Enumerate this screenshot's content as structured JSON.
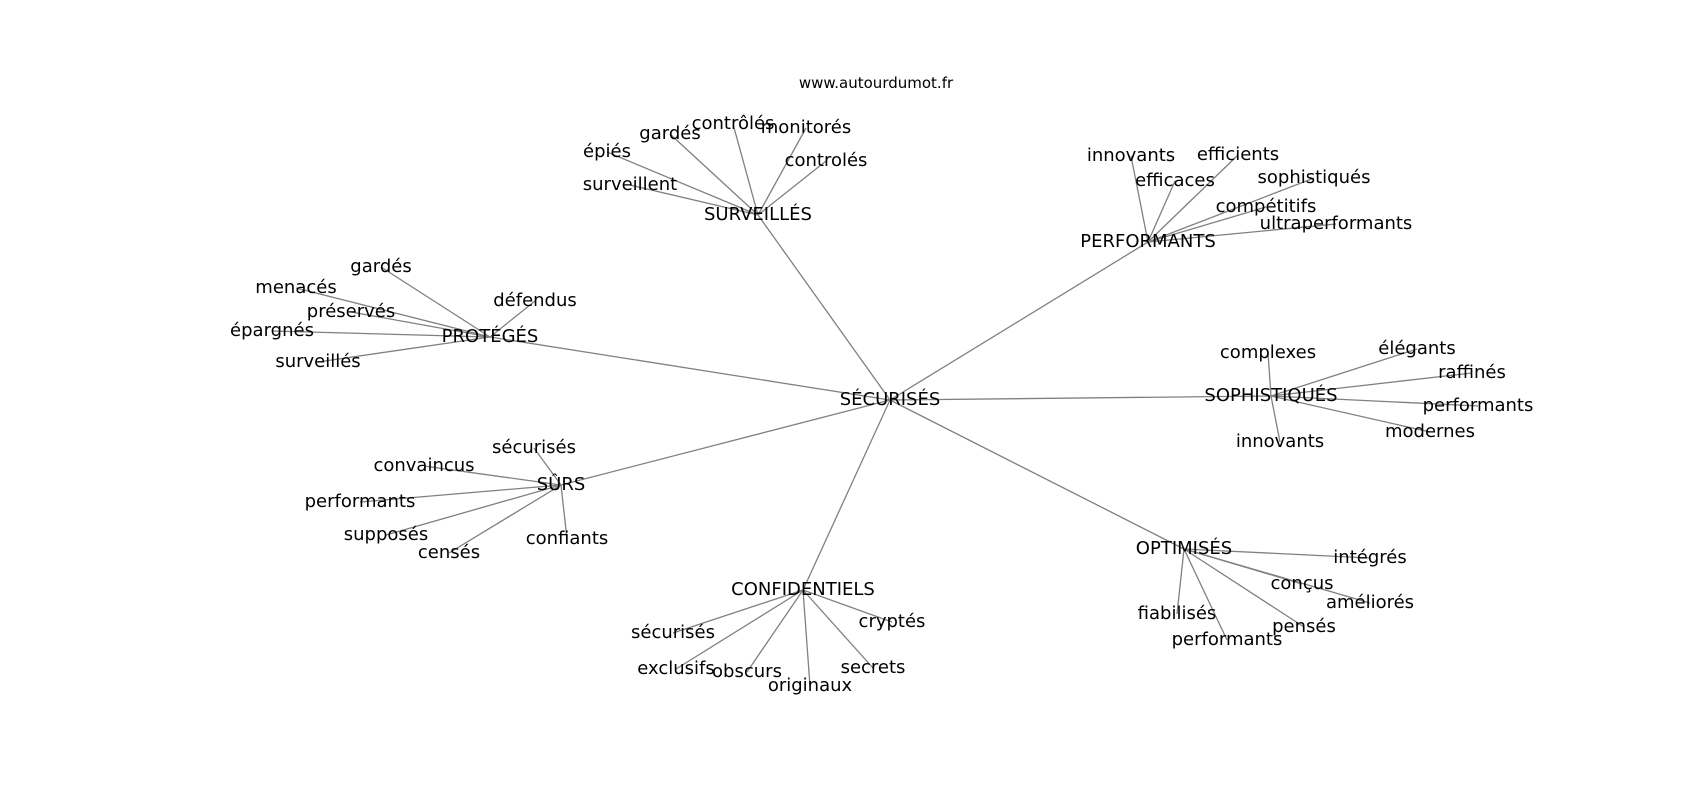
{
  "header": {
    "source": "www.autourdumot.fr"
  },
  "graph": {
    "root": "SÉCURISÉS",
    "groups": [
      {
        "hub": "SURVEILLÉS",
        "leaves": [
          "contrôlés",
          "monitorés",
          "gardés",
          "épiés",
          "controlés",
          "surveillent"
        ]
      },
      {
        "hub": "PERFORMANTS",
        "leaves": [
          "innovants",
          "efficients",
          "efficaces",
          "sophistiqués",
          "compétitifs",
          "ultraperformants"
        ]
      },
      {
        "hub": "PROTÉGÉS",
        "leaves": [
          "gardés",
          "menacés",
          "défendus",
          "préservés",
          "épargnés",
          "surveillés"
        ]
      },
      {
        "hub": "SOPHISTIQUÉS",
        "leaves": [
          "complexes",
          "élégants",
          "raffinés",
          "performants",
          "modernes",
          "innovants"
        ]
      },
      {
        "hub": "SÛRS",
        "leaves": [
          "sécurisés",
          "convaincus",
          "performants",
          "supposés",
          "censés",
          "confiants"
        ]
      },
      {
        "hub": "OPTIMISÉS",
        "leaves": [
          "intégrés",
          "conçus",
          "améliorés",
          "fiabilisés",
          "pensés",
          "performants"
        ]
      },
      {
        "hub": "CONFIDENTIELS",
        "leaves": [
          "cryptés",
          "sécurisés",
          "secrets",
          "exclusifs",
          "obscurs",
          "originaux"
        ]
      }
    ]
  }
}
